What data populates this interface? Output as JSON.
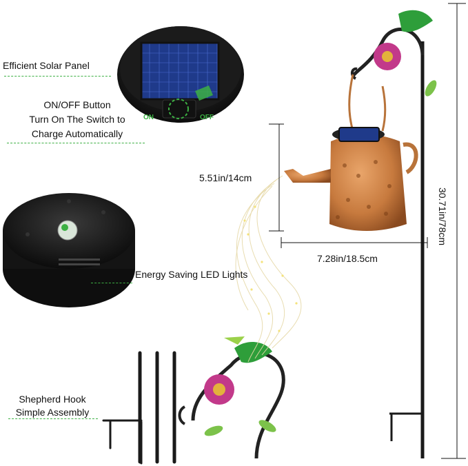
{
  "labels": {
    "solar_panel": "Efficient Solar Panel",
    "switch_line1": "ON/OFF Button",
    "switch_line2": "Turn On The Switch to",
    "switch_line3": "Charge Automatically",
    "led": "Energy Saving LED Lights",
    "hook_line1": "Shepherd Hook",
    "hook_line2": "Simple Assembly"
  },
  "switch_marks": {
    "on": "ON",
    "off": "OFF"
  },
  "dimensions": {
    "height": "5.51in/14cm",
    "width": "7.28in/18.5cm",
    "total_height": "30.71in/78cm"
  },
  "colors": {
    "accent": "#3cb043",
    "copper": "#c77a3e",
    "panel": "#1f3a8a",
    "hummingbird": "#2e9e3a",
    "flower": "#c2398a"
  }
}
